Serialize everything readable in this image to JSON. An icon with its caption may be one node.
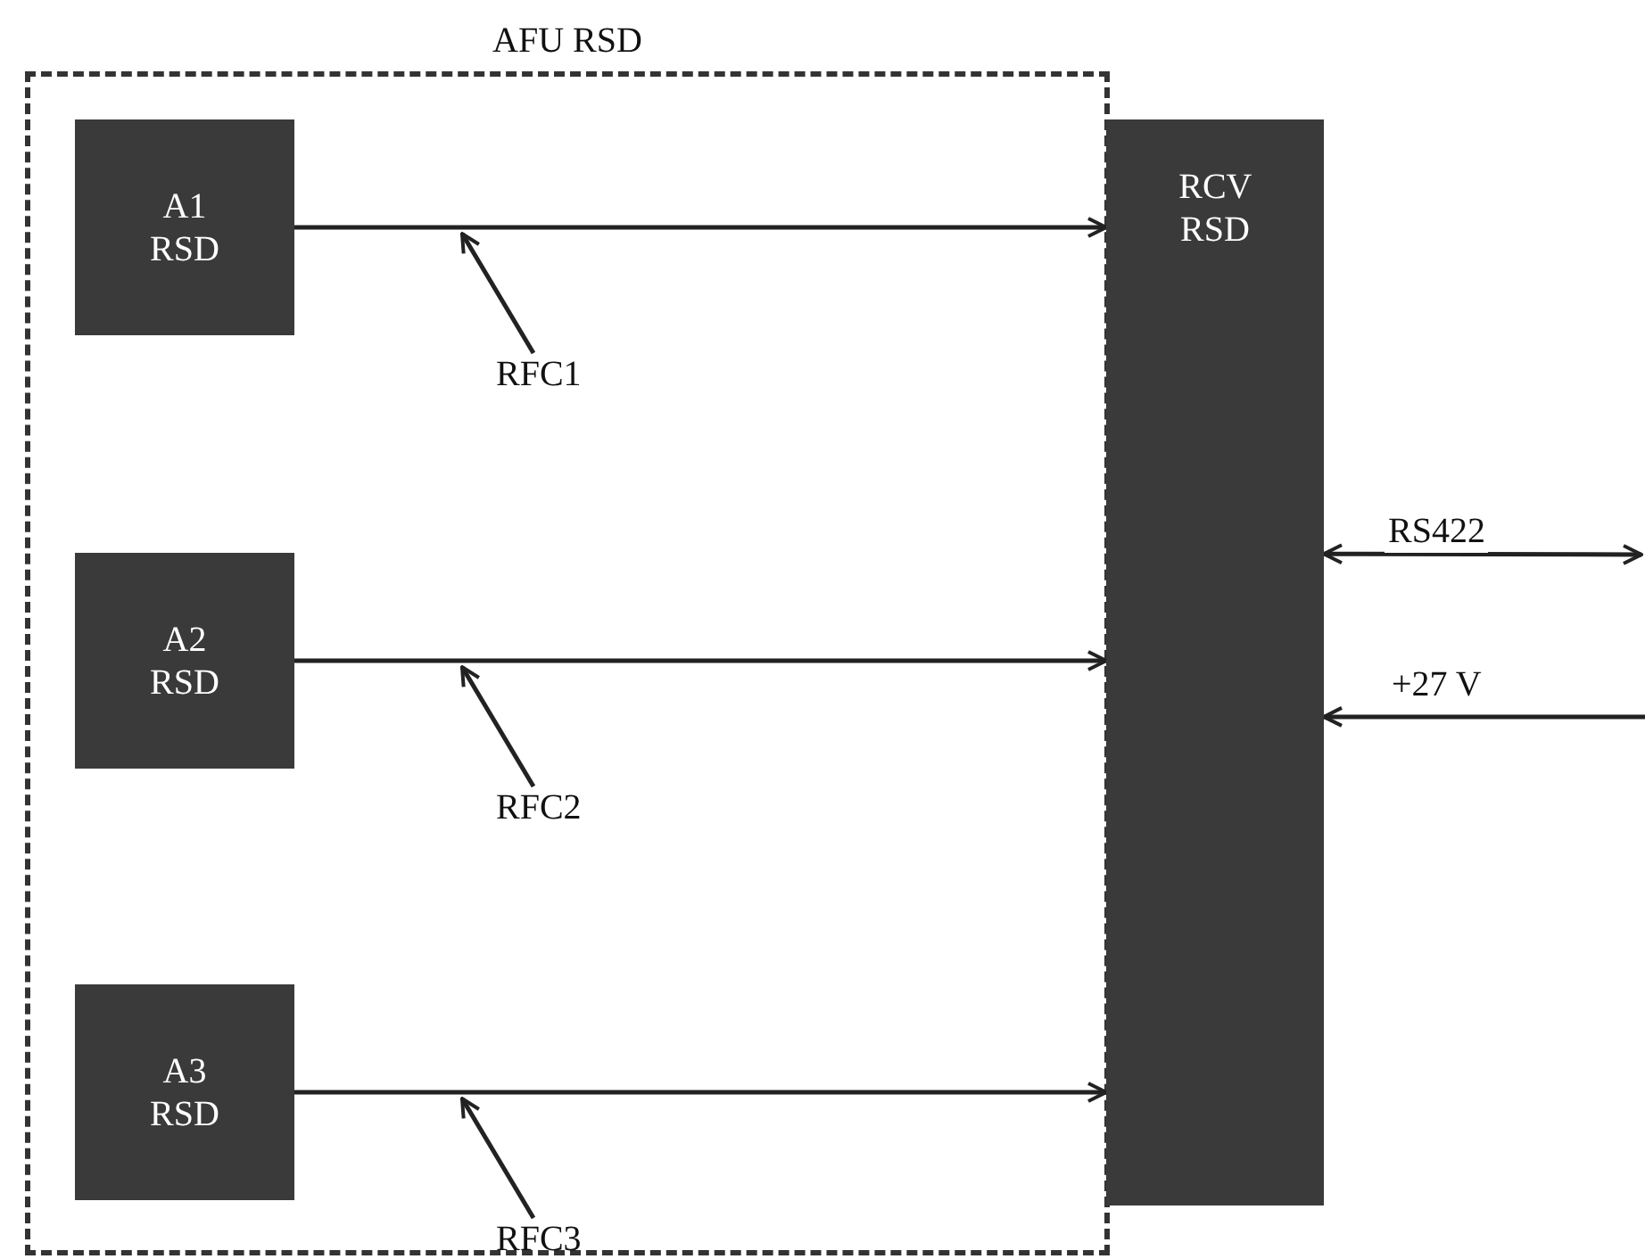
{
  "diagram": {
    "nodes": [
      {
        "text": [
          "AFU RSD"
        ]
      },
      {
        "text": [
          "A1 RSD"
        ],
        "in": 0
      },
      {
        "text": [
          "A2 RSD"
        ],
        "in": 0
      },
      {
        "text": [
          "A3 RSD"
        ],
        "in": 0
      },
      {
        "text": [
          "RCV RSD"
        ]
      },
      {
        "text": [
          "RFC1"
        ],
        "in": 0
      },
      {
        "text": [
          "RFC2"
        ],
        "in": 0
      },
      {
        "text": [
          "RFC3"
        ],
        "in": 0
      }
    ],
    "edges": [
      {
        "from": 1,
        "to": 4,
        "arrow": "to"
      },
      {
        "from": 2,
        "to": 4,
        "arrow": "to"
      },
      {
        "from": 3,
        "to": 4,
        "arrow": "to"
      },
      {
        "from": 5,
        "to": null,
        "arrow": "to"
      },
      {
        "from": 6,
        "to": null,
        "arrow": "to"
      },
      {
        "from": 7,
        "to": null,
        "arrow": "to"
      },
      {
        "from": 4,
        "to": null,
        "arrow": "both",
        "label": "RS422"
      },
      {
        "from": null,
        "to": 4,
        "arrow": "to",
        "label": "+27 V"
      }
    ]
  }
}
